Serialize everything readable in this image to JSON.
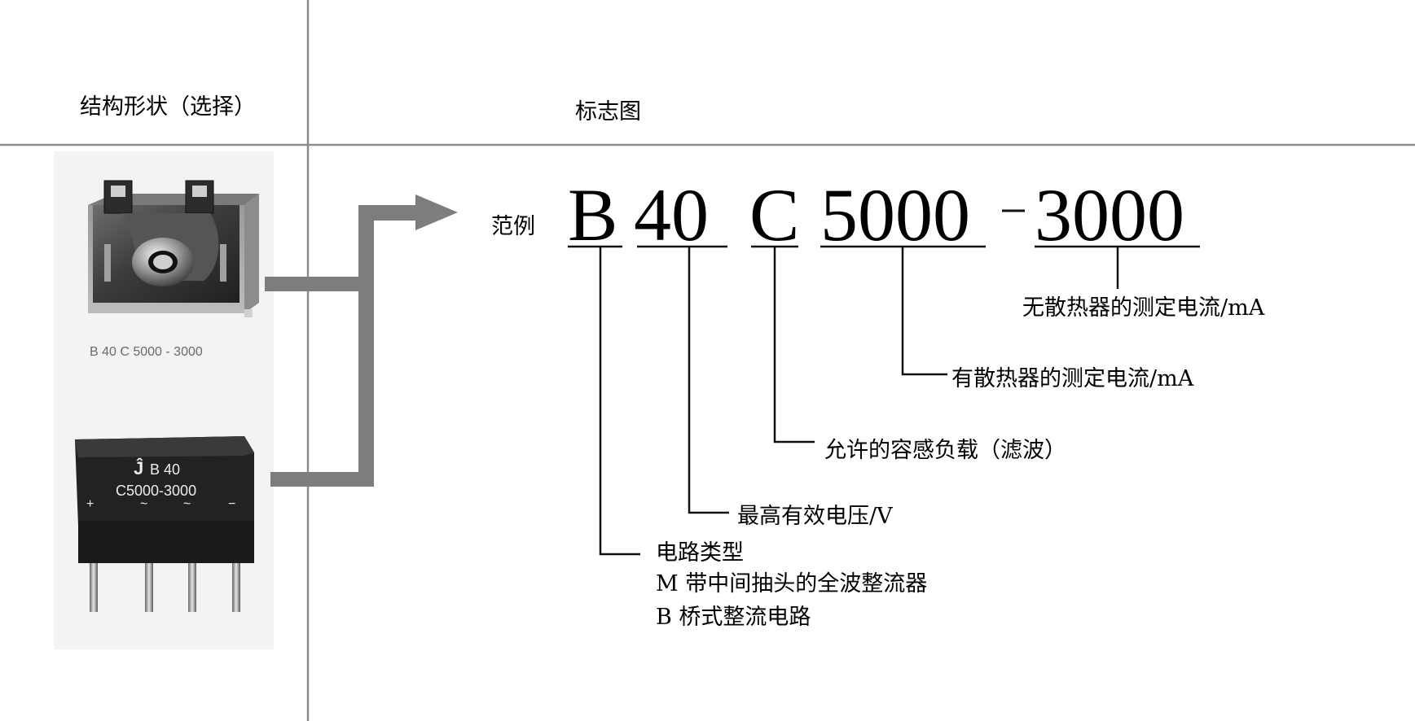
{
  "header": {
    "left_title": "结构形状（选择）",
    "right_title": "标志图"
  },
  "example": {
    "label": "范例",
    "parts": [
      "B",
      "40",
      "C",
      "5000",
      "-",
      "3000"
    ]
  },
  "annotations": {
    "current_without_heatsink": "无散热器的测定电流/mA",
    "current_with_heatsink": "有散热器的测定电流/mA",
    "capacitive_load": "允许的容感负载（滤波）",
    "max_voltage": "最高有效电压/V",
    "circuit_type": "电路类型",
    "circuit_m": "M 带中间抽头的全波整流器",
    "circuit_b": "B  桥式整流电路"
  },
  "photos": {
    "square_bridge_marking": "B 40 C 5000 - 3000",
    "flat_bridge_line1": "B 40",
    "flat_bridge_line2": "C5000-3000",
    "flat_bridge_logo": "Ĵ",
    "flat_bridge_pins": [
      "+",
      "~",
      "~",
      "−"
    ]
  },
  "colors": {
    "rule_lines": "#8c8c8c",
    "arrow": "#7d7d7d",
    "text": "#111111"
  }
}
